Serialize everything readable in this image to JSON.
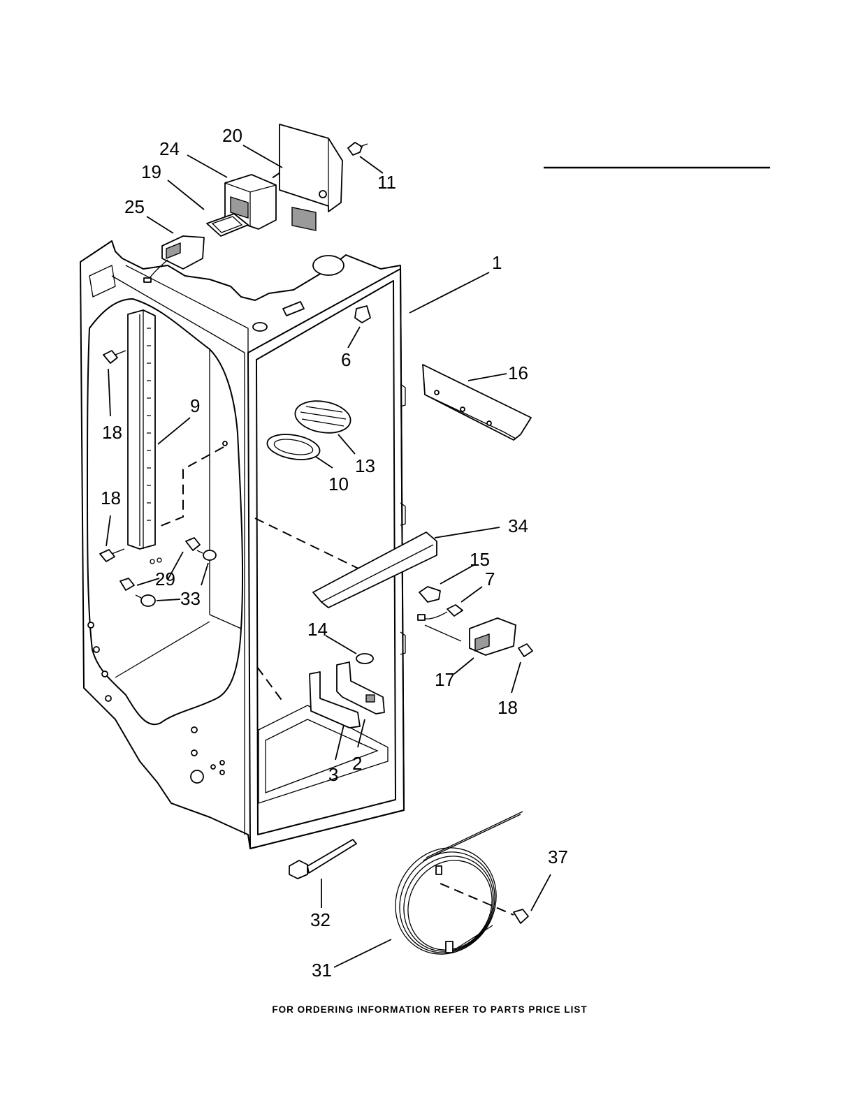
{
  "callouts": [
    {
      "id": "c1",
      "text": "1"
    },
    {
      "id": "c2",
      "text": "2"
    },
    {
      "id": "c3",
      "text": "3"
    },
    {
      "id": "c6",
      "text": "6"
    },
    {
      "id": "c7",
      "text": "7"
    },
    {
      "id": "c9",
      "text": "9"
    },
    {
      "id": "c10",
      "text": "10"
    },
    {
      "id": "c11",
      "text": "11"
    },
    {
      "id": "c13",
      "text": "13"
    },
    {
      "id": "c14",
      "text": "14"
    },
    {
      "id": "c15",
      "text": "15"
    },
    {
      "id": "c16",
      "text": "16"
    },
    {
      "id": "c17",
      "text": "17"
    },
    {
      "id": "c18a",
      "text": "18"
    },
    {
      "id": "c18b",
      "text": "18"
    },
    {
      "id": "c18c",
      "text": "18"
    },
    {
      "id": "c19",
      "text": "19"
    },
    {
      "id": "c20",
      "text": "20"
    },
    {
      "id": "c24",
      "text": "24"
    },
    {
      "id": "c25",
      "text": "25"
    },
    {
      "id": "c29",
      "text": "29"
    },
    {
      "id": "c31",
      "text": "31"
    },
    {
      "id": "c32",
      "text": "32"
    },
    {
      "id": "c33",
      "text": "33"
    },
    {
      "id": "c34",
      "text": "34"
    },
    {
      "id": "c37",
      "text": "37"
    }
  ],
  "footer": "FOR ORDERING INFORMATION REFER TO PARTS PRICE LIST"
}
